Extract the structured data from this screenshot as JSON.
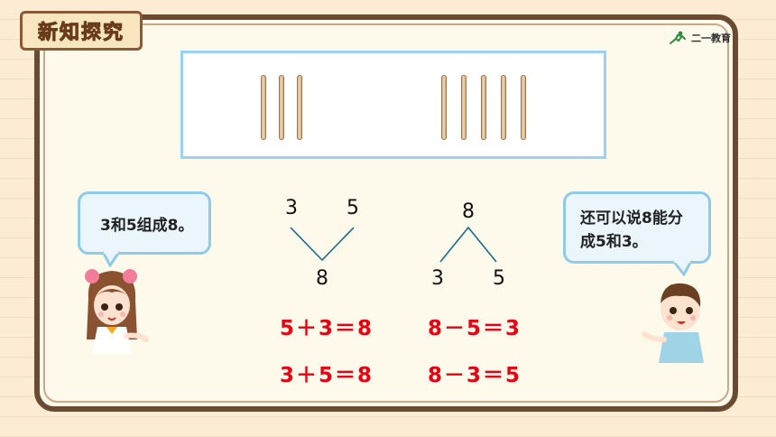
{
  "header": {
    "title": "新知探究"
  },
  "logo": {
    "text": "二一教育"
  },
  "sticks": {
    "left_group_count": 3,
    "right_group_count": 5
  },
  "bubbles": {
    "left": "3和5组成8。",
    "right_line1": "还可以说8能分",
    "right_line2": "成5和3。"
  },
  "compose": {
    "top_left": "3",
    "top_right": "5",
    "bottom": "8"
  },
  "decompose": {
    "top": "8",
    "bottom_left": "3",
    "bottom_right": "5"
  },
  "equations": {
    "add1": "5＋3＝8",
    "add2": "3＋5＝8",
    "sub1": "8－5＝3",
    "sub2": "8－3＝5"
  },
  "colors": {
    "equation": "#e60012",
    "board_frame": "#6b4a32",
    "bubble_border": "#8fcbe8"
  }
}
